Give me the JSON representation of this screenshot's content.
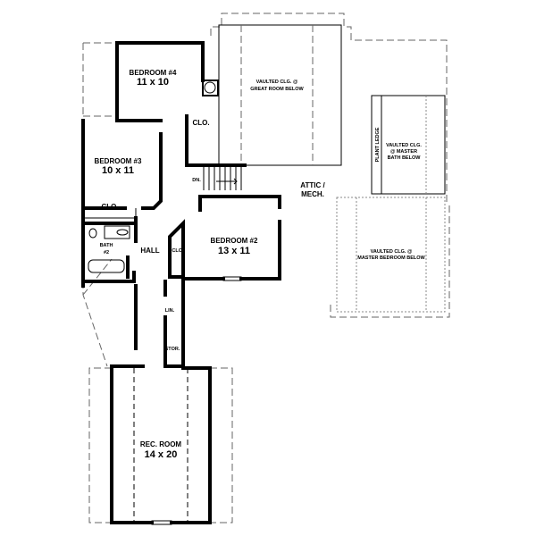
{
  "rooms": {
    "bedroom4": {
      "name": "BEDROOM #4",
      "size": "11 x 10"
    },
    "bedroom3": {
      "name": "BEDROOM #3",
      "size": "10 x 11"
    },
    "bedroom2": {
      "name": "BEDROOM #2",
      "size": "13 x 11"
    },
    "rec_room": {
      "name": "REC. ROOM",
      "size": "14 x 20"
    },
    "bath2": {
      "name": "BATH",
      "number": "#2"
    },
    "hall": "HALL",
    "closet_b4": "CLO.",
    "closet_b3": "CLO.",
    "closet_b2": "CLO.",
    "linen": "LIN.",
    "storage": "STOR.",
    "down": "DN.",
    "attic": {
      "line1": "ATTIC /",
      "line2": "MECH."
    }
  },
  "vaulted": {
    "great_room": {
      "line1": "VAULTED CLG. @",
      "line2": "GREAT ROOM BELOW"
    },
    "master_bath": {
      "line1": "VAULTED CLG.",
      "line2": "@ MASTER",
      "line3": "BATH BELOW"
    },
    "master_bedroom": {
      "line1": "VAULTED CLG. @",
      "line2": "MASTER BEDROOM BELOW"
    },
    "plant_ledge": "PLANT LEDGE"
  }
}
